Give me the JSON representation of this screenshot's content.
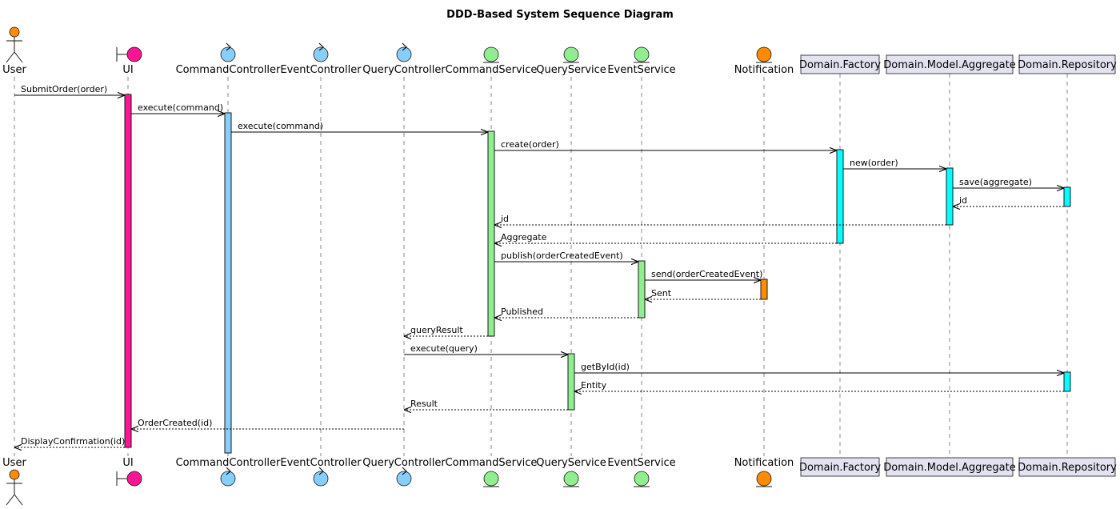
{
  "title": "DDD-Based System Sequence Diagram",
  "colors": {
    "actor": "#FF8C00",
    "boundary": "#FF1493",
    "control": "#87CEFA",
    "entity": "#90EE90",
    "notification": "#FF8C00",
    "domain_activation": "#00FFFF",
    "participant_box": "#E2E2F0"
  },
  "participants": [
    {
      "id": "user",
      "label": "User",
      "kind": "actor",
      "color": "#FF8C00"
    },
    {
      "id": "ui",
      "label": "UI",
      "kind": "boundary",
      "color": "#FF1493"
    },
    {
      "id": "cmdctl",
      "label": "CommandController",
      "kind": "control",
      "color": "#87CEFA"
    },
    {
      "id": "evtctl",
      "label": "EventController",
      "kind": "control",
      "color": "#87CEFA"
    },
    {
      "id": "qryctl",
      "label": "QueryController",
      "kind": "control",
      "color": "#87CEFA"
    },
    {
      "id": "cmdsvc",
      "label": "CommandService",
      "kind": "entity",
      "color": "#90EE90"
    },
    {
      "id": "qrysvc",
      "label": "QueryService",
      "kind": "entity",
      "color": "#90EE90"
    },
    {
      "id": "evtsvc",
      "label": "EventService",
      "kind": "entity",
      "color": "#90EE90"
    },
    {
      "id": "notif",
      "label": "Notification",
      "kind": "entity",
      "color": "#FF8C00"
    },
    {
      "id": "factory",
      "label": "Domain.Factory",
      "kind": "box"
    },
    {
      "id": "aggregate",
      "label": "Domain.Model.Aggregate",
      "kind": "box"
    },
    {
      "id": "repo",
      "label": "Domain.Repository",
      "kind": "box"
    }
  ],
  "messages": [
    {
      "from": "user",
      "to": "ui",
      "label": "SubmitOrder(order)",
      "type": "sync"
    },
    {
      "from": "ui",
      "to": "cmdctl",
      "label": "execute(command)",
      "type": "sync"
    },
    {
      "from": "cmdctl",
      "to": "cmdsvc",
      "label": "execute(command)",
      "type": "sync"
    },
    {
      "from": "cmdsvc",
      "to": "factory",
      "label": "create(order)",
      "type": "sync"
    },
    {
      "from": "factory",
      "to": "aggregate",
      "label": "new(order)",
      "type": "sync"
    },
    {
      "from": "aggregate",
      "to": "repo",
      "label": "save(aggregate)",
      "type": "sync"
    },
    {
      "from": "repo",
      "to": "aggregate",
      "label": "id",
      "type": "return"
    },
    {
      "from": "aggregate",
      "to": "cmdsvc",
      "label": "id",
      "type": "return"
    },
    {
      "from": "factory",
      "to": "cmdsvc",
      "label": "Aggregate",
      "type": "return"
    },
    {
      "from": "cmdsvc",
      "to": "evtsvc",
      "label": "publish(orderCreatedEvent)",
      "type": "sync"
    },
    {
      "from": "evtsvc",
      "to": "notif",
      "label": "send(orderCreatedEvent)",
      "type": "sync"
    },
    {
      "from": "notif",
      "to": "evtsvc",
      "label": "Sent",
      "type": "return"
    },
    {
      "from": "evtsvc",
      "to": "cmdsvc",
      "label": "Published",
      "type": "return"
    },
    {
      "from": "cmdsvc",
      "to": "qryctl",
      "label": "queryResult",
      "type": "return"
    },
    {
      "from": "qryctl",
      "to": "qrysvc",
      "label": "execute(query)",
      "type": "sync"
    },
    {
      "from": "qrysvc",
      "to": "repo",
      "label": "getById(id)",
      "type": "sync"
    },
    {
      "from": "repo",
      "to": "qrysvc",
      "label": "Entity",
      "type": "return"
    },
    {
      "from": "qrysvc",
      "to": "qryctl",
      "label": "Result",
      "type": "return"
    },
    {
      "from": "qryctl",
      "to": "ui",
      "label": "OrderCreated(id)",
      "type": "return"
    },
    {
      "from": "ui",
      "to": "user",
      "label": "DisplayConfirmation(id)",
      "type": "return"
    }
  ],
  "activations": [
    {
      "participant": "ui",
      "from_message": 0,
      "to_message": 19,
      "color": "#FF1493"
    },
    {
      "participant": "cmdctl",
      "from_message": 1,
      "to_message": "end",
      "color": "#87CEFA"
    },
    {
      "participant": "cmdsvc",
      "from_message": 2,
      "to_message": 13,
      "color": "#90EE90"
    },
    {
      "participant": "factory",
      "from_message": 3,
      "to_message": 8,
      "color": "#00FFFF"
    },
    {
      "participant": "aggregate",
      "from_message": 4,
      "to_message": 7,
      "color": "#00FFFF"
    },
    {
      "participant": "repo",
      "from_message": 5,
      "to_message": 6,
      "color": "#00FFFF"
    },
    {
      "participant": "evtsvc",
      "from_message": 9,
      "to_message": 12,
      "color": "#90EE90"
    },
    {
      "participant": "notif",
      "from_message": 10,
      "to_message": 11,
      "color": "#FF8C00"
    },
    {
      "participant": "qrysvc",
      "from_message": 14,
      "to_message": 17,
      "color": "#90EE90"
    },
    {
      "participant": "repo",
      "from_message": 15,
      "to_message": 16,
      "color": "#00FFFF"
    }
  ]
}
